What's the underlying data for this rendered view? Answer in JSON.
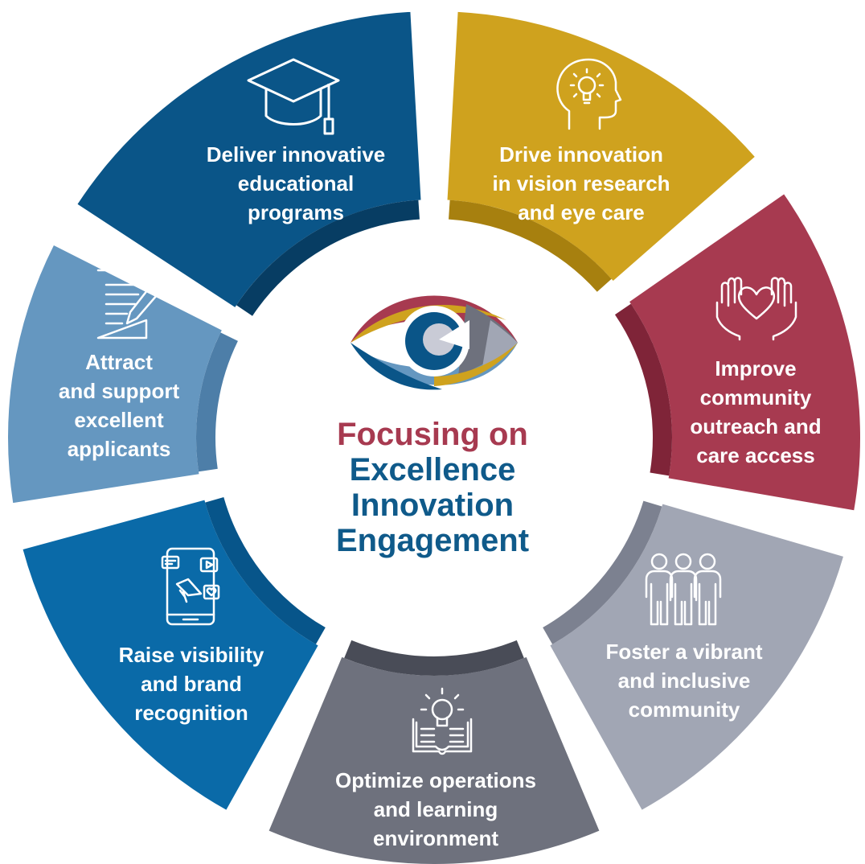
{
  "center": {
    "line1": "Focusing on",
    "line2": "Excellence",
    "line3": "Innovation",
    "line4": "Engagement"
  },
  "segments": [
    {
      "id": "education",
      "label_lines": [
        "Deliver innovative",
        "educational",
        "programs"
      ],
      "icon": "graduation-cap-icon",
      "color": "#0a5588",
      "rim_color": "#073d63"
    },
    {
      "id": "research",
      "label_lines": [
        "Drive innovation",
        "in vision research",
        "and eye care"
      ],
      "icon": "head-lightbulb-icon",
      "color": "#cfa21e",
      "rim_color": "#a7800f"
    },
    {
      "id": "community",
      "label_lines": [
        "Improve",
        "community",
        "outreach and",
        "care access"
      ],
      "icon": "hands-heart-icon",
      "color": "#a73a50",
      "rim_color": "#7f2438"
    },
    {
      "id": "inclusive",
      "label_lines": [
        "Foster a vibrant",
        "and inclusive",
        "community"
      ],
      "icon": "people-group-icon",
      "color": "#a1a6b4",
      "rim_color": "#7c8190"
    },
    {
      "id": "operations",
      "label_lines": [
        "Optimize operations",
        "and learning",
        "environment"
      ],
      "icon": "book-lightbulb-icon",
      "color": "#6e717d",
      "rim_color": "#494c57"
    },
    {
      "id": "visibility",
      "label_lines": [
        "Raise visibility",
        "and brand",
        "recognition"
      ],
      "icon": "phone-megaphone-icon",
      "color": "#0a6aa8",
      "rim_color": "#07558a"
    },
    {
      "id": "applicants",
      "label_lines": [
        "Attract",
        "and support",
        "excellent",
        "applicants"
      ],
      "icon": "document-pencil-icon",
      "color": "#6597c0",
      "rim_color": "#4d7ea8"
    }
  ],
  "logo": {
    "icon": "eye-logo-icon",
    "colors": [
      "#a73a50",
      "#cfa21e",
      "#0a5588",
      "#6597c0",
      "#6e717d",
      "#a1a6b4"
    ]
  }
}
